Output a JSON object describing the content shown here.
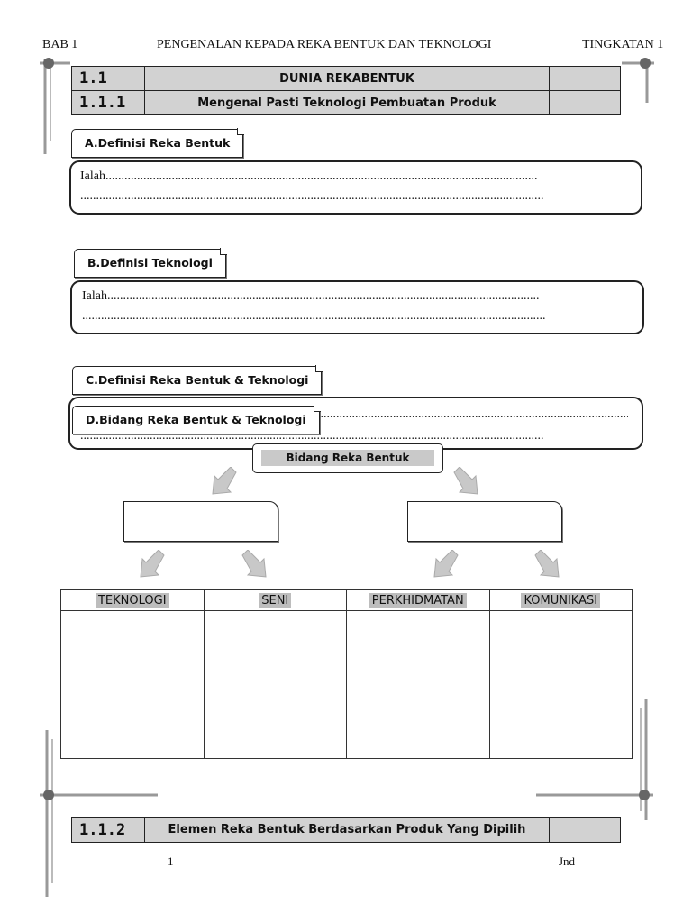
{
  "header": {
    "left": "BAB 1",
    "center": "PENGENALAN KEPADA REKA BENTUK DAN TEKNOLOGI",
    "right": "TINGKATAN 1"
  },
  "title_table": {
    "rows": [
      {
        "num": "1.1",
        "title": "DUNIA REKABENTUK"
      },
      {
        "num": "1.1.1",
        "title": "Mengenal Pasti Teknologi Pembuatan Produk"
      }
    ]
  },
  "section_a": {
    "tab": "A.Definisi Reka Bentuk",
    "line1": "Ialah.........................................................................................................................................",
    "line2": "..................................................................................................................................................."
  },
  "section_b": {
    "tab": "B.Definisi Teknologi",
    "line1": "Ialah.........................................................................................................................................",
    "line2": "..................................................................................................................................................."
  },
  "section_c": {
    "tab": "C.Definisi Reka Bentuk & Teknologi"
  },
  "section_d": {
    "tab": "D.Bidang Reka Bentuk & Teknologi",
    "line1": ".........................................................................................................................",
    "line2": "..................................................................................................................................................."
  },
  "diagram": {
    "root": "Bidang Reka Bentuk"
  },
  "fields_table": {
    "headers": [
      "TEKNOLOGI",
      "SENI",
      "PERKHIDMATAN",
      "KOMUNIKASI"
    ]
  },
  "bottom_table": {
    "num": "1.1.2",
    "title": "Elemen Reka Bentuk Berdasarkan Produk Yang Dipilih"
  },
  "footer": {
    "page": "1",
    "right": "Jnd"
  }
}
